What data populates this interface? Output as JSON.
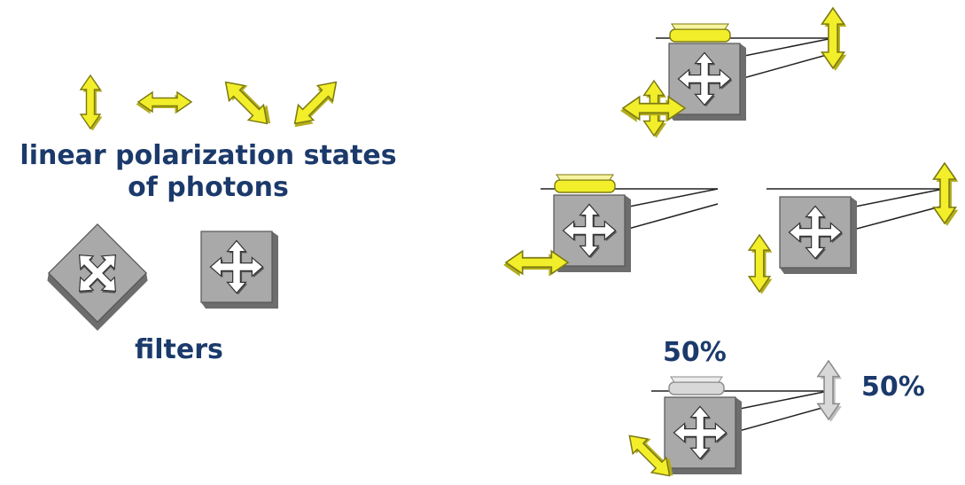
{
  "labels": {
    "states_line1": "linear polarization states",
    "states_line2": "of photons",
    "filters": "filters",
    "pct_pass": "50%",
    "pct_other": "50%"
  },
  "colors": {
    "text": "#1b3a6b",
    "photon": "#f2ee2a",
    "photon_stroke": "#7c7a12",
    "filter_fill": "#a9a9a9",
    "filter_shadow": "#6d6d6d",
    "line": "#222222",
    "ghost_fill": "#d8d8d8",
    "ghost_stroke": "#8a8a8a"
  },
  "icons": [
    "photon-arrow-icon",
    "filter-cross-arrow-icon"
  ]
}
